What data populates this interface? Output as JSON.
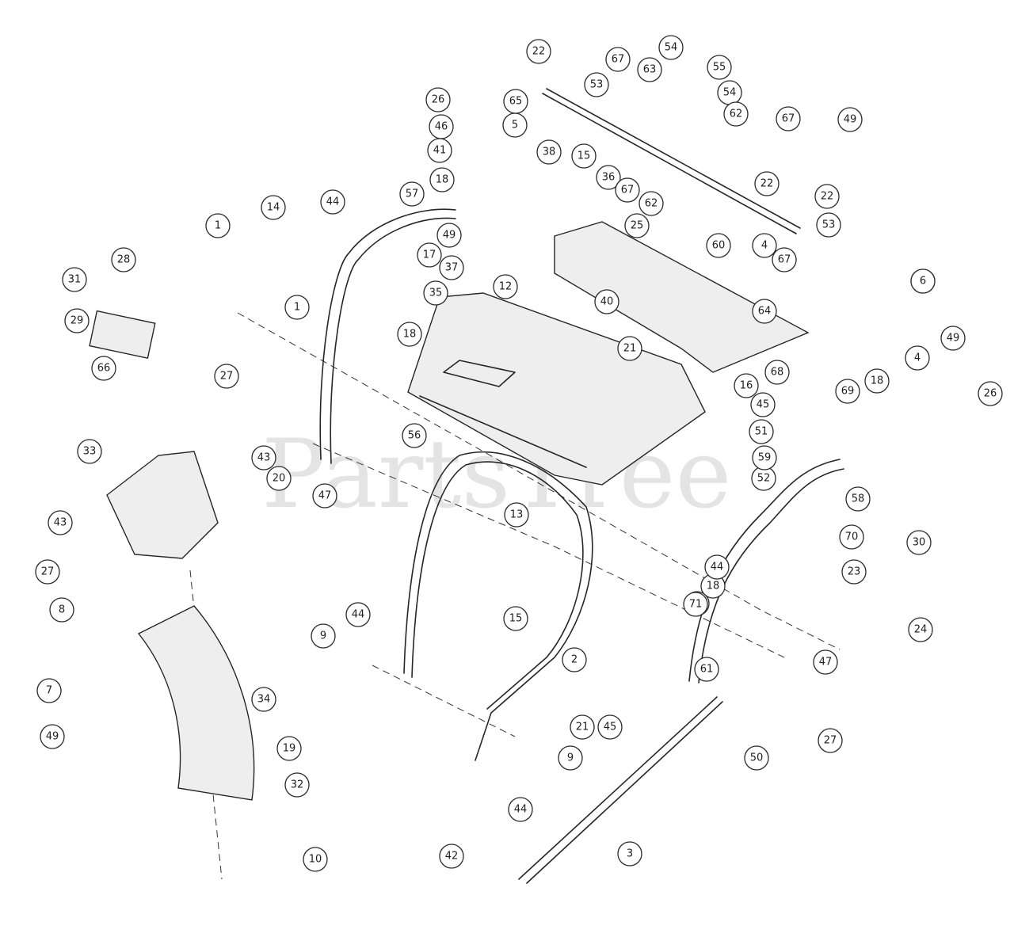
{
  "watermark": "PartsTree",
  "callouts": [
    "1",
    "2",
    "3",
    "4",
    "5",
    "6",
    "7",
    "8",
    "9",
    "10",
    "12",
    "13",
    "14",
    "15",
    "16",
    "17",
    "18",
    "19",
    "20",
    "21",
    "22",
    "23",
    "24",
    "25",
    "26",
    "27",
    "28",
    "29",
    "30",
    "31",
    "32",
    "33",
    "34",
    "35",
    "36",
    "37",
    "38",
    "40",
    "41",
    "42",
    "43",
    "44",
    "45",
    "46",
    "47",
    "49",
    "50",
    "51",
    "52",
    "53",
    "54",
    "55",
    "56",
    "57",
    "58",
    "59",
    "60",
    "61",
    "62",
    "63",
    "64",
    "65",
    "66",
    "67",
    "68",
    "69",
    "70",
    "71"
  ]
}
